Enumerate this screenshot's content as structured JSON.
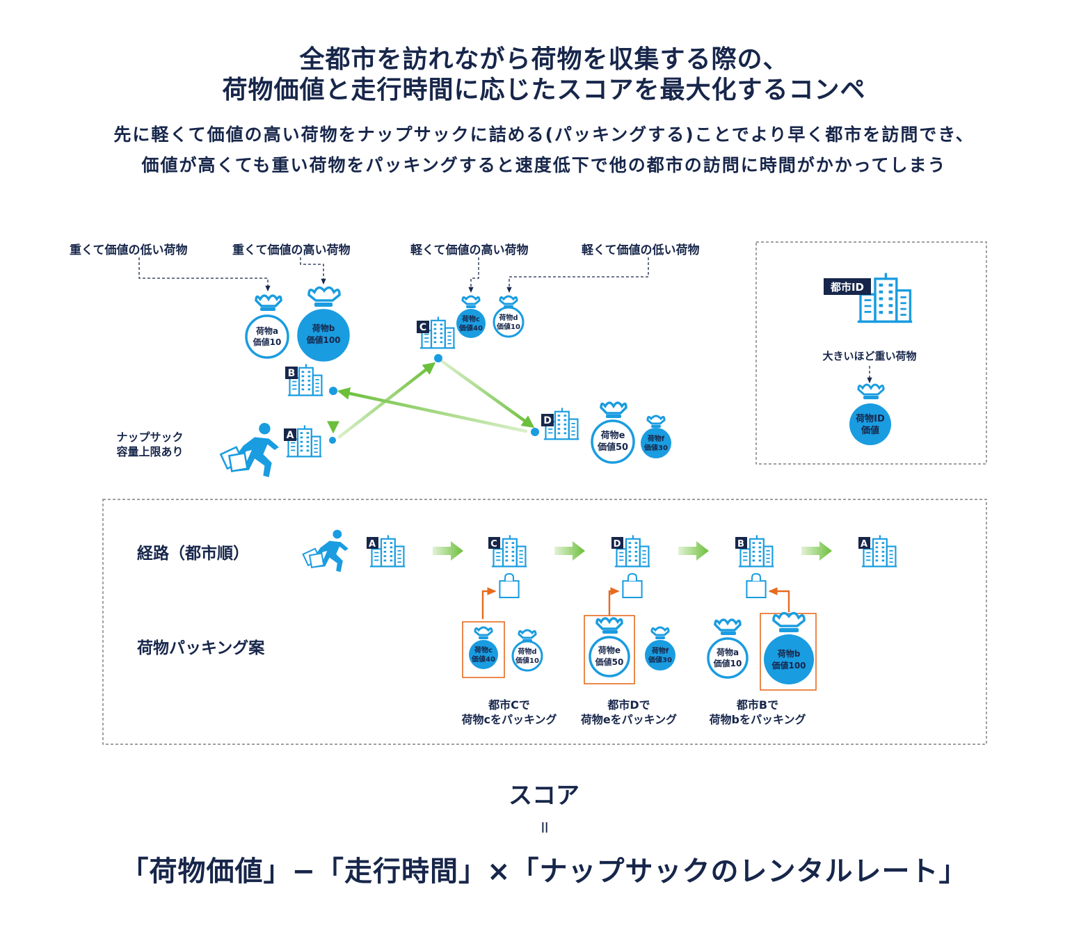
{
  "title": {
    "line1": "全都市を訪れながら荷物を収集する際の、",
    "line2": "荷物価値と走行時間に応じたスコアを最大化するコンペ"
  },
  "subtitle": {
    "line1": "先に軽くて価値の高い荷物をナップサックに詰める(パッキングする)ことでより早く都市を訪問でき、",
    "line2": "価値が高くても重い荷物をパッキングすると速度低下で他の都市の訪問に時間がかかってしまう"
  },
  "callouts": {
    "heavy_low": "重くて価値の低い荷物",
    "heavy_high": "重くて価値の高い荷物",
    "light_high": "軽くて価値の高い荷物",
    "light_low": "軽くて価値の低い荷物"
  },
  "knapsack_note": {
    "line1": "ナップサック",
    "line2": "容量上限あり"
  },
  "cities": {
    "a": "A",
    "b": "B",
    "c": "C",
    "d": "D"
  },
  "bags": {
    "a": {
      "name": "荷物a",
      "value": "価値10"
    },
    "b": {
      "name": "荷物b",
      "value": "価値100"
    },
    "c": {
      "name": "荷物c",
      "value": "価値40"
    },
    "d": {
      "name": "荷物d",
      "value": "価値10"
    },
    "e": {
      "name": "荷物e",
      "value": "価値50"
    },
    "f": {
      "name": "荷物f",
      "value": "価値30"
    }
  },
  "legend": {
    "city_tag": "都市ID",
    "size_note": "大きいほど重い荷物",
    "bag_name": "荷物ID",
    "bag_value": "価値"
  },
  "route": {
    "label": "経路（都市順）",
    "sequence": [
      "A",
      "C",
      "D",
      "B",
      "A"
    ]
  },
  "packing": {
    "label": "荷物パッキング案",
    "steps": [
      {
        "line1": "都市Cで",
        "line2": "荷物cをパッキング"
      },
      {
        "line1": "都市Dで",
        "line2": "荷物eをパッキング"
      },
      {
        "line1": "都市Bで",
        "line2": "荷物bをパッキング"
      }
    ]
  },
  "score": {
    "title": "スコア",
    "equals": "॥",
    "formula": "「荷物価値」−「走行時間」×「ナップサックのレンタルレート」"
  },
  "colors": {
    "navy": "#17264a",
    "blue": "#1a9ce0",
    "green": "#6cbf3a",
    "orange": "#e66a1e"
  }
}
